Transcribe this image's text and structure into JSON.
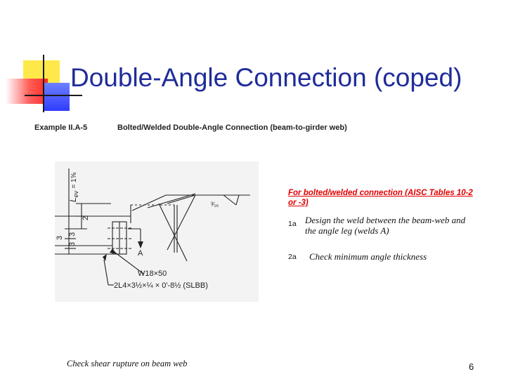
{
  "slide": {
    "title": "Double-Angle Connection (coped)",
    "page_number": "6"
  },
  "example": {
    "label": "Example II.A-5",
    "caption": "Bolted/Welded Double-Angle Connection (beam-to-girder web)"
  },
  "figure": {
    "lev_symbol": "L",
    "lev_subscript": "ev",
    "lev_value": "= 1⅝",
    "dim_2": "2",
    "dim_3a": "3",
    "dim_3b": "3",
    "dim_3c": "3",
    "weld_size": "³⁄₁₆",
    "weld_ref": "A",
    "beam_label": "W18×50",
    "angle_label": "2L4×3½×¼ × 0'-8½ (SLBB)"
  },
  "notes": {
    "reference": "For bolted/welded connection (AISC Tables 10-2 or -3)",
    "items": [
      {
        "tag": "1a",
        "line1": "Design the weld between the beam-web and",
        "line2": "the angle leg (welds A)"
      },
      {
        "tag": "2a",
        "line1": "Check minimum angle thickness"
      }
    ],
    "bottom": "Check shear rupture on beam web"
  },
  "colors": {
    "title": "#1f2c9a",
    "reference": "#e00000",
    "drawing_bg": "#f3f3f3"
  }
}
